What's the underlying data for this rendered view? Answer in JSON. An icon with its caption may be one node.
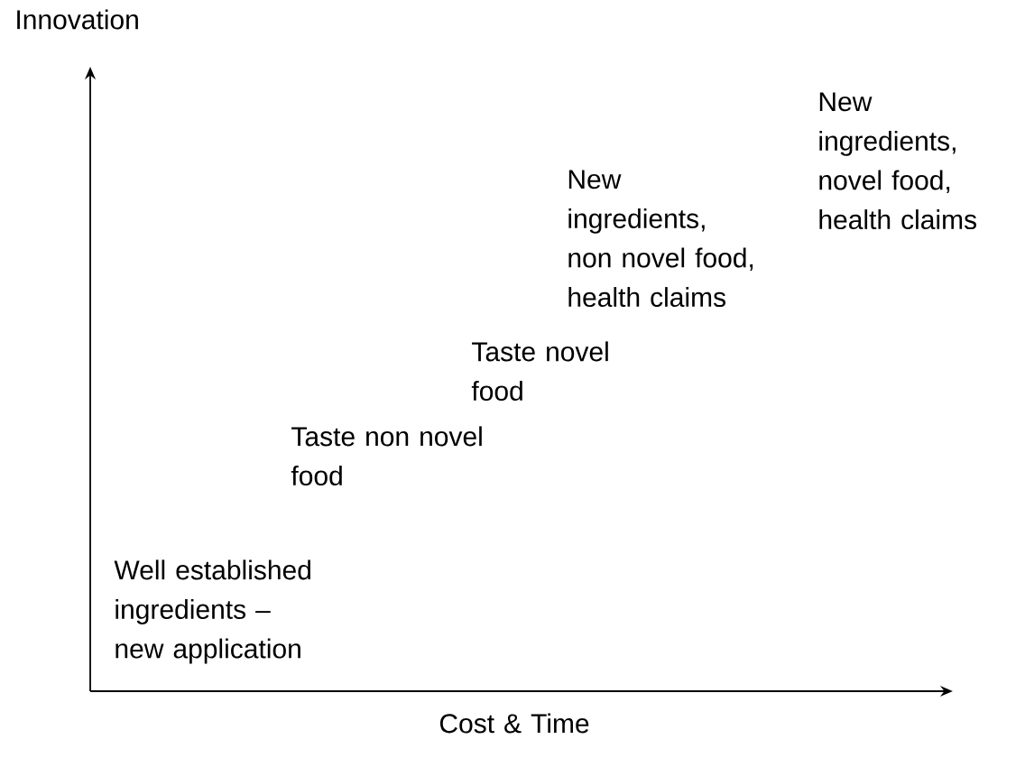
{
  "diagram": {
    "labels": [
      "Innovation",
      "New ingredients, novel food, health claims",
      "New ingredients, non novel food, health claims",
      "Taste novel food",
      "Taste non novel food",
      "Well established ingredients – new application",
      "Cost & Time"
    ]
  }
}
